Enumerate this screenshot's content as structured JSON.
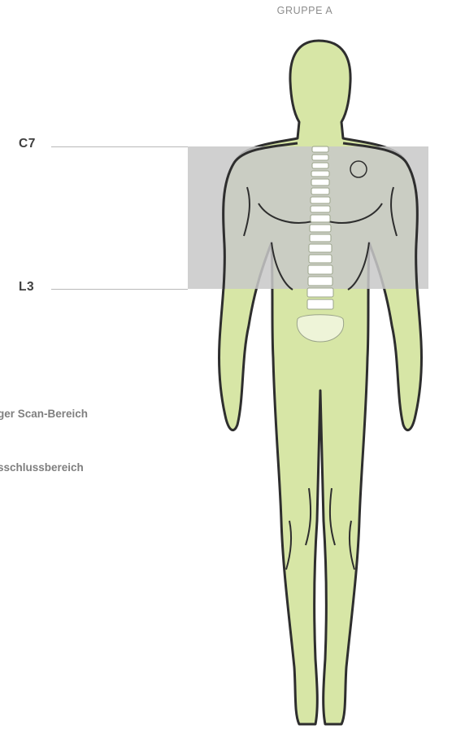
{
  "header": {
    "group_label": "GRUPPE A"
  },
  "levels": [
    {
      "id": "c7",
      "label": "C7"
    },
    {
      "id": "l3",
      "label": "L3"
    }
  ],
  "legend": [
    {
      "text": "ger Scan-Bereich",
      "color": "#c8c8c8"
    },
    {
      "text": "sschlussbereich",
      "color": "#d7e6a6"
    }
  ],
  "colors": {
    "body_fill": "#d7e6a6",
    "scan_region": "#c8c8c8",
    "outline": "#2e2e2e",
    "spine": "#ffffff"
  }
}
